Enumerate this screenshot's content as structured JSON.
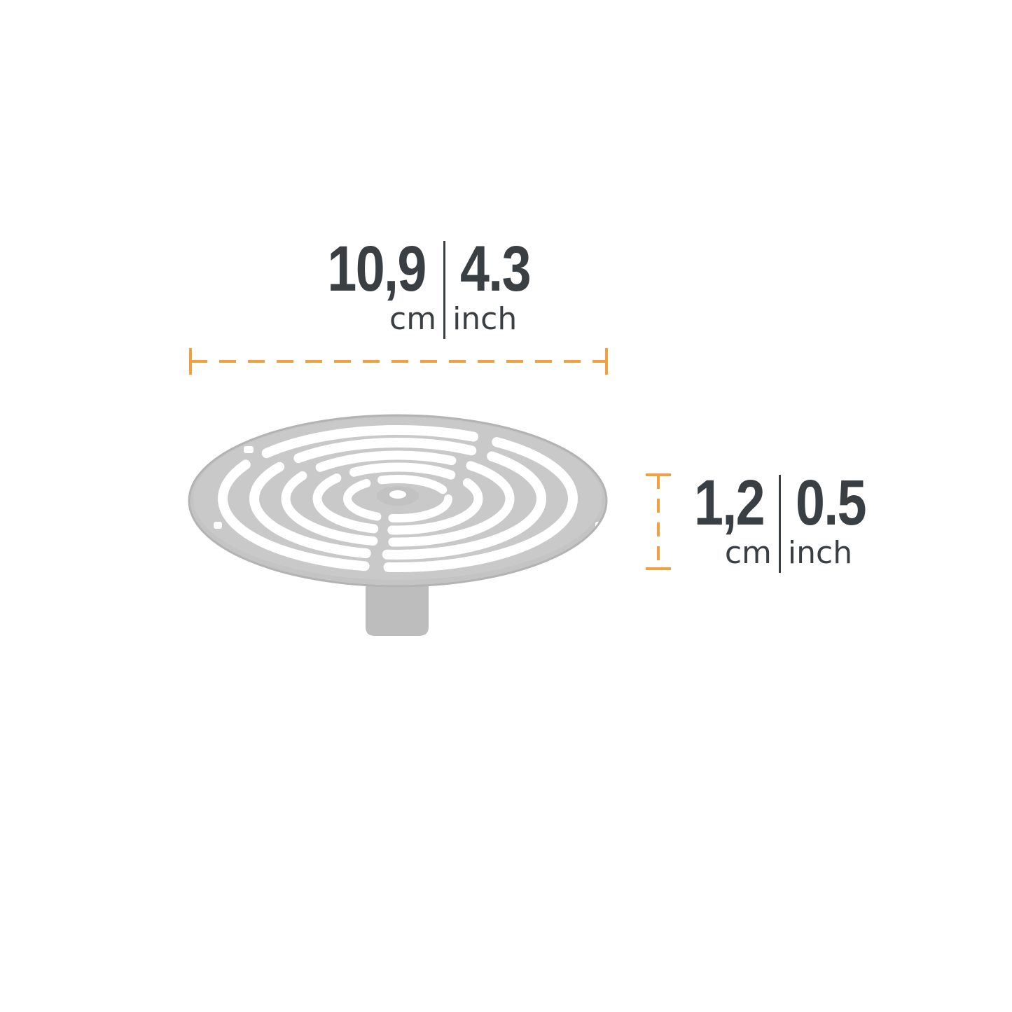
{
  "colors": {
    "accent": "#f0a040",
    "text": "#3a3f44",
    "product": "#c2c2c2"
  },
  "width_dimension": {
    "metric_value": "10,9",
    "metric_unit": "cm",
    "imperial_value": "4.3",
    "imperial_unit": "inch"
  },
  "height_dimension": {
    "metric_value": "1,2",
    "metric_unit": "cm",
    "imperial_value": "0.5",
    "imperial_unit": "inch"
  },
  "product": {
    "icon": "drain-strainer-icon"
  }
}
